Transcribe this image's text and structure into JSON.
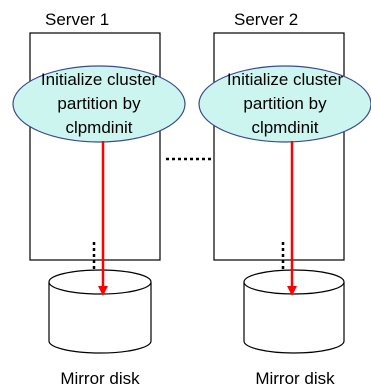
{
  "servers": [
    {
      "label": "Server 1",
      "operation": [
        "Initialize cluster",
        "partition by",
        "clpmdinit"
      ],
      "disk_label": "Mirror disk"
    },
    {
      "label": "Server 2",
      "operation": [
        "Initialize cluster",
        "partition by",
        "clpmdinit"
      ],
      "disk_label": "Mirror disk"
    }
  ],
  "colors": {
    "ellipse_fill": "#ccf5ef",
    "ellipse_stroke": "#3b4a8c",
    "arrow": "#ff0000",
    "outline": "#000000"
  }
}
